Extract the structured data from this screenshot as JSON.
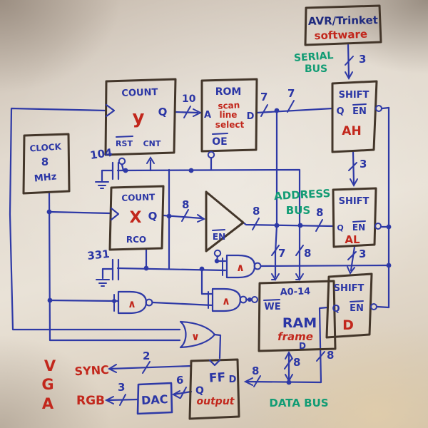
{
  "palette": {
    "blue": "#2b36a5",
    "navy": "#1f2a7e",
    "red": "#c2271c",
    "green": "#129c74",
    "marker": "#43362a",
    "board": "#e7e0d6"
  },
  "avr": {
    "line1": "AVR/Trinket",
    "line2": "software"
  },
  "serial_bus": {
    "line1": "SERIAL",
    "line2": "BUS",
    "width": "3"
  },
  "shift_ah": {
    "title": "SHIFT",
    "q": "Q",
    "en": "EN",
    "name": "AH",
    "width_out": "3"
  },
  "shift_al": {
    "title": "SHIFT",
    "q": "Q",
    "en": "EN",
    "name": "AL",
    "width_out": "3"
  },
  "shift_d": {
    "title": "SHIFT",
    "q": "Q",
    "en": "EN",
    "name": "D"
  },
  "count_y": {
    "title": "COUNT",
    "reg": "y",
    "q": "Q",
    "rst": "RST",
    "cnt": "CNT",
    "bus_to_rom": "10"
  },
  "rom": {
    "title": "ROM",
    "a": "A",
    "d": "D",
    "oe": "OE",
    "note1": "scan",
    "note2": "line",
    "note3": "select",
    "width_d": "7",
    "width_d2": "7"
  },
  "clock": {
    "line1": "CLOCK",
    "line2": "8",
    "line3": "MHz"
  },
  "count_x": {
    "title": "COUNT",
    "reg": "X",
    "q": "Q",
    "rco": "RCO",
    "width_q": "8"
  },
  "buffer": {
    "en": "EN",
    "width_out": "8"
  },
  "address_bus": {
    "line1": "ADDRESS",
    "line2": "BUS",
    "width_hi": "7",
    "width_lo": "8"
  },
  "ram": {
    "addr": "A0-14",
    "we": "WE",
    "title": "RAM",
    "note": "frame",
    "d": "D",
    "width_d": "8"
  },
  "data_bus": {
    "label": "DATA BUS",
    "width_right": "8",
    "width_ff": "8"
  },
  "ff": {
    "title": "FF",
    "q": "Q",
    "d": "D",
    "note": "output",
    "width_sync": "2",
    "width_dac": "6"
  },
  "dac": {
    "label": "DAC",
    "width_out": "3"
  },
  "vga": {
    "v": "V",
    "g": "G",
    "a": "A",
    "sync": "SYNC",
    "rgb": "RGB"
  },
  "caps": {
    "c1": "104",
    "c2": "331"
  },
  "gates": {
    "and": "∧",
    "or": "∨"
  }
}
